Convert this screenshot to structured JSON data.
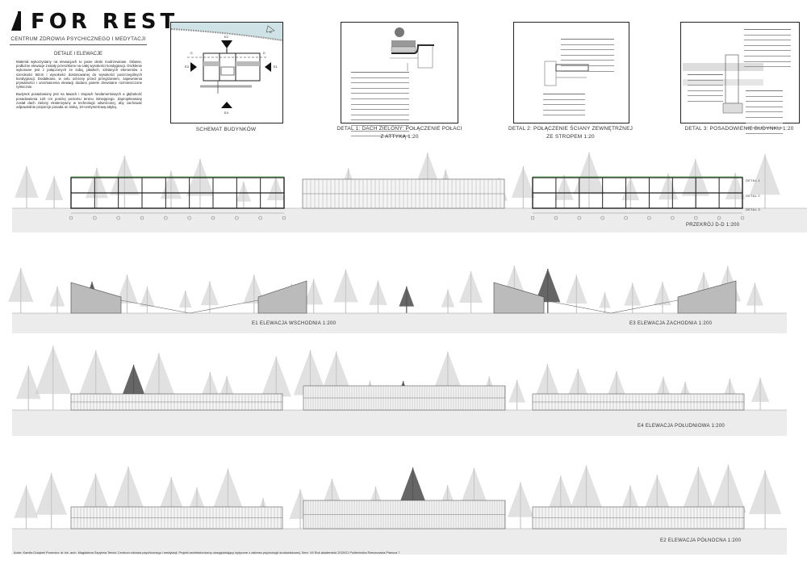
{
  "header": {
    "title": "FOR REST",
    "subtitle": "CENTRUM ZDROWIA PSYCHICZNEGO I MEDYTACJI",
    "section_heading": "DETALE I ELEWACJE",
    "paragraph_1": "Materiał wykorzystany na elewacjach to jasne deski modrzewiowe. Główne, podłużne elewacje zostały przeszklone na całej wysokości kondygnacji. Oszklenie wykonane jest z połączonych ze sobą, płaskich, szklanych elementów o szerokości 50cm i wysokości dostosowanej do wysokości poszczególnych kondygnacji. Dodatkowo, w celu ochrony przed przegrzaniem, zapewnienia prywatności i urozmaicenia elewacji dodano panele drewniane rozmieszczone rytmicznie.",
    "paragraph_2": "Budynek posadowiony jest na ławach i stopach fundamentowych a głębokość posadowienia 120 cm poniżej poziomu terenu istniejącego. Zaprojektowany został dach zielony ekstensywny w technologii odwróconej, aby zachować odpowiednie proporcje posada on niską, 10-centymetrową attyką."
  },
  "schema": {
    "caption": "SCHEMAT BUDYNKÓW",
    "labels": {
      "north": "N",
      "e1": "E1",
      "e2": "E2",
      "e3": "E3",
      "e4": "E4",
      "d_left": "D",
      "d_right": "D"
    }
  },
  "details": [
    {
      "caption_line1": "DETAL 1: DACH ZIELONY: POŁĄCZENIE POŁACI",
      "caption_line2": "Z ATTYKĄ   1:20"
    },
    {
      "caption_line1": "DETAL 2: POŁĄCZENIE ŚCIANY ZEWNĘTRZNEJ",
      "caption_line2": "ZE STROPEM   1:20"
    },
    {
      "caption_line1": "DETAL 3: POSADOWIENIE BUDYNKU   1:20",
      "caption_line2": ""
    }
  ],
  "section": {
    "caption": "PRZEKRÓJ D-D   1:200",
    "detail_markers": [
      "DETAL 1",
      "DETAL 2",
      "DETAL 3"
    ]
  },
  "elevations": {
    "e1": "E1   ELEWACJA WSCHODNIA   1:200",
    "e3": "E3   ELEWACJA ZACHODNIA   1:200",
    "e4": "E4   ELEWACJA POŁUDNIOWA   1:200",
    "e2": "E2   ELEWACJA PÓŁNOCNA   1:200"
  },
  "footer": "Autor: Kamila Gołąbek    Promotor: dr inż. arch. Magdalena Szpytma    Temat: Centrum zdrowia psychicznego i medytacji. Projekt architektoniczny uwzględniający wytyczne z zakresu psychologii środowiskowej.    Sem. VII   Rok akademicki 2020/21    Politechnika Rzeszowska   Plansza 7",
  "colors": {
    "ink": "#222222",
    "band": "#ececec",
    "tree": "#c8c8c8",
    "tree_dark": "#555555",
    "water": "#cfe3e6"
  }
}
